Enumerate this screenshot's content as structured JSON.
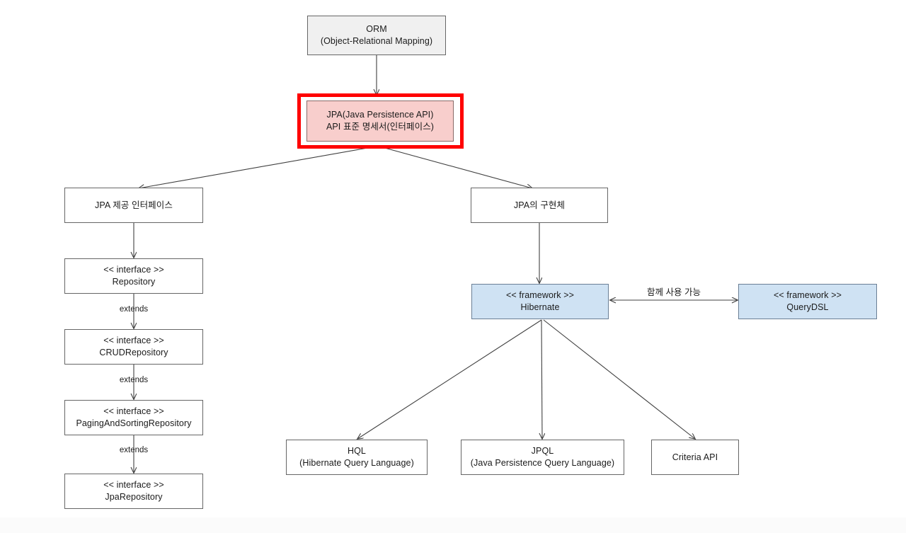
{
  "diagram": {
    "title": "JPA Architecture Diagram",
    "background_color": "#ffffff",
    "colors": {
      "node_gray": "#f0f0f0",
      "node_pink": "#f8cecc",
      "node_blue": "#cfe2f3",
      "node_white": "#ffffff",
      "border": "#666666",
      "highlight": "#ff0000",
      "edge": "#404040",
      "text": "#1a1a1a"
    },
    "nodes": {
      "orm": {
        "line1": "ORM",
        "line2": "(Object-Relational Mapping)"
      },
      "jpa": {
        "line1": "JPA(Java Persistence API)",
        "line2": "API 표준 명세서(인터페이스)"
      },
      "jpa_interfaces": {
        "line1": "JPA 제공 인터페이스",
        "line2": ""
      },
      "jpa_impl": {
        "line1": "JPA의 구현체",
        "line2": ""
      },
      "repository": {
        "line1": "<< interface >>",
        "line2": "Repository"
      },
      "crud_repository": {
        "line1": "<< interface >>",
        "line2": "CRUDRepository"
      },
      "paging_repository": {
        "line1": "<< interface >>",
        "line2": "PagingAndSortingRepository"
      },
      "jpa_repository": {
        "line1": "<< interface >>",
        "line2": "JpaRepository"
      },
      "hibernate": {
        "line1": "<< framework >>",
        "line2": "Hibernate"
      },
      "querydsl": {
        "line1": "<< framework >>",
        "line2": "QueryDSL"
      },
      "hql": {
        "line1": "HQL",
        "line2": "(Hibernate Query Language)"
      },
      "jpql": {
        "line1": "JPQL",
        "line2": "(Java Persistence Query Language)"
      },
      "criteria_api": {
        "line1": "Criteria API",
        "line2": ""
      }
    },
    "edge_labels": {
      "extends_1": "extends",
      "extends_2": "extends",
      "extends_3": "extends",
      "together": "함께 사용 가능"
    }
  }
}
